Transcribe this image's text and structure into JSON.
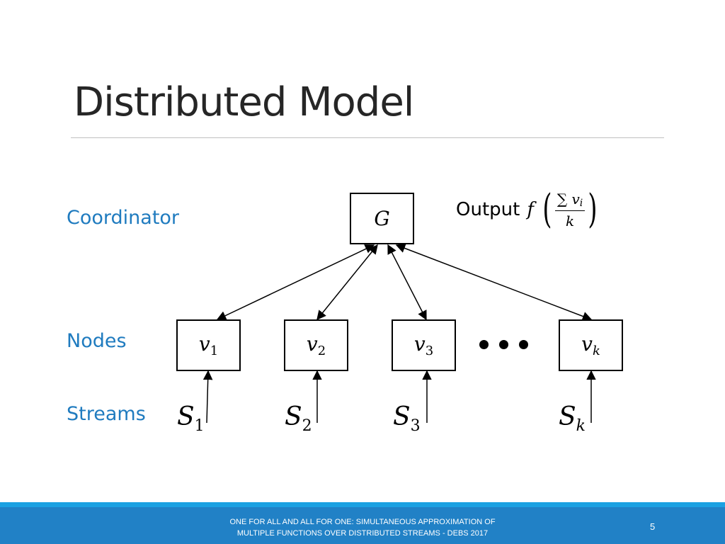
{
  "slide": {
    "title": "Distributed Model",
    "page_number": "5"
  },
  "labels": {
    "coordinator": "Coordinator",
    "nodes": "Nodes",
    "streams": "Streams"
  },
  "coordinator_box": {
    "symbol": "G"
  },
  "nodes": [
    {
      "base": "v",
      "sub": "1"
    },
    {
      "base": "v",
      "sub": "2"
    },
    {
      "base": "v",
      "sub": "3"
    },
    {
      "base": "v",
      "sub": "k"
    }
  ],
  "streams": [
    {
      "base": "S",
      "sub": "1"
    },
    {
      "base": "S",
      "sub": "2"
    },
    {
      "base": "S",
      "sub": "3"
    },
    {
      "base": "S",
      "sub": "k"
    }
  ],
  "output": {
    "word": "Output",
    "function": "f",
    "left_paren": "(",
    "right_paren": ")",
    "numerator_sum": "∑",
    "numerator_var": "v",
    "numerator_sub": "i",
    "denominator": "k"
  },
  "footer": {
    "line1": "ONE FOR ALL AND ALL FOR ONE: SIMULTANEOUS APPROXIMATION OF",
    "line2": "MULTIPLE FUNCTIONS OVER DISTRIBUTED STREAMS - DEBS 2017"
  },
  "colors": {
    "label_blue": "#1f7bbf",
    "footer_blue": "#2181c6",
    "footer_accent": "#1ba1e2"
  }
}
